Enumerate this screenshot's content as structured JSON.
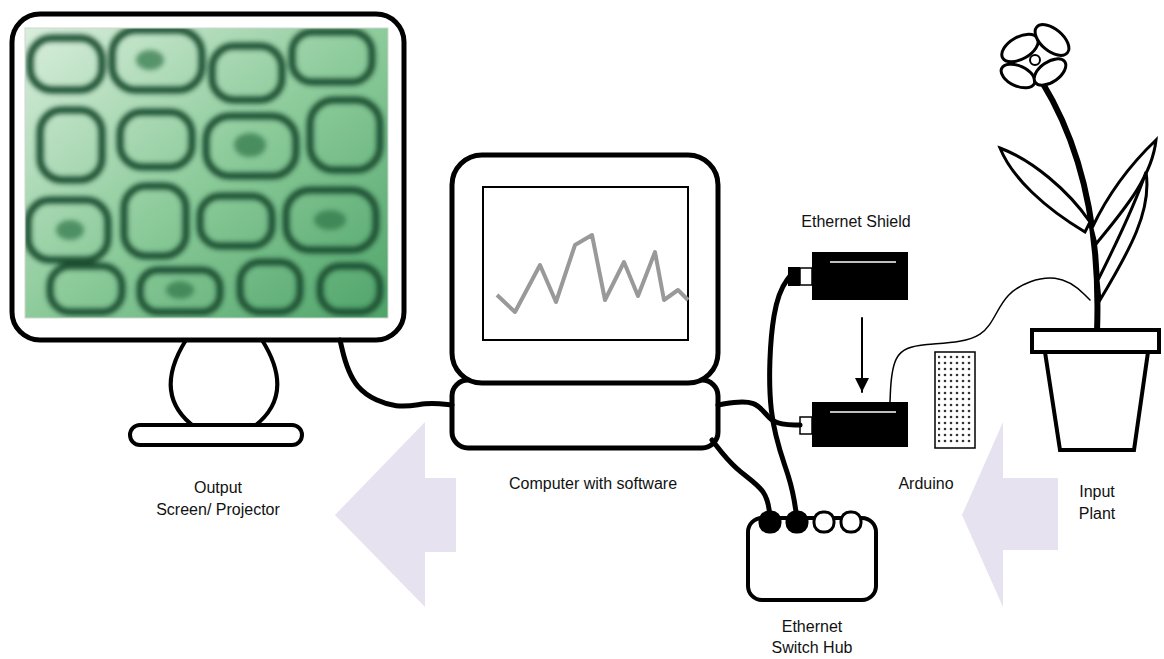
{
  "diagram": {
    "nodes": [
      {
        "text": [
          "Output",
          "Screen/ Projector"
        ]
      },
      {
        "text": [
          "Computer with software"
        ]
      },
      {
        "text": [
          "Ethernet Shield"
        ]
      },
      {
        "text": [
          "Arduino"
        ]
      },
      {
        "text": [
          "Ethernet Switch Hub"
        ]
      },
      {
        "text": [
          "Input",
          "Plant"
        ]
      }
    ],
    "edges": [
      {
        "from": 0,
        "to": 1,
        "arrow": "none"
      },
      {
        "from": 1,
        "to": 3,
        "arrow": "none"
      },
      {
        "from": 1,
        "to": 4,
        "arrow": "none"
      },
      {
        "from": 2,
        "to": 4,
        "arrow": "none"
      },
      {
        "from": 2,
        "to": 3,
        "arrow": "to"
      },
      {
        "from": 3,
        "to": 5,
        "arrow": "none"
      }
    ]
  }
}
